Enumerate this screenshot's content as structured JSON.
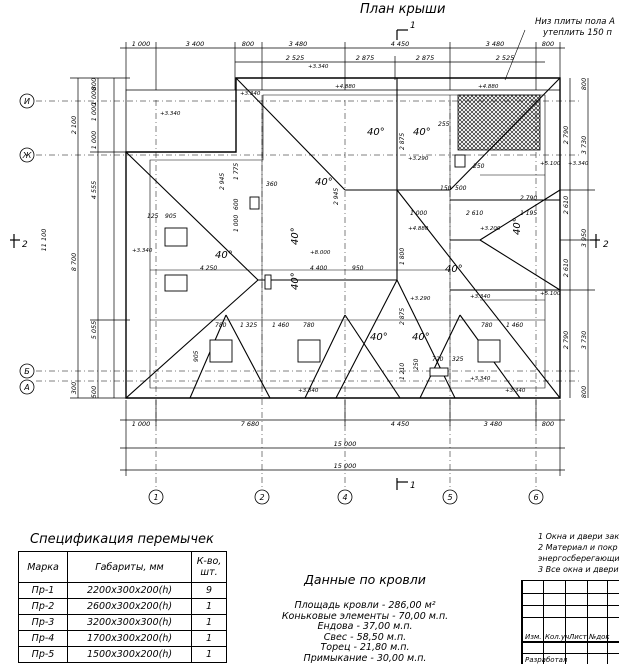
{
  "title": "План крыши",
  "note_top": [
    "Низ плиты пола А",
    "утеплить 150 п"
  ],
  "axes_letters": [
    "И",
    "Ж",
    "Б",
    "А"
  ],
  "axes_numbers": [
    "1",
    "2",
    "4",
    "5",
    "6"
  ],
  "section_marks": {
    "top": "1",
    "bottom": "1",
    "left": "2",
    "right": "2"
  },
  "top_dims": [
    "1 000",
    "3 400",
    "800",
    "3 480",
    "4 450",
    "3 480",
    "800"
  ],
  "top_dims_2": [
    "2 525",
    "2 875",
    "2 875",
    "2 525"
  ],
  "bottom_dims": [
    "1 000",
    "7 680",
    "4 450",
    "3 480",
    "800"
  ],
  "total_dims": [
    "15 000",
    "15 000"
  ],
  "left_dims": [
    "800",
    "1 000",
    "2 100",
    "1 000",
    "4 555",
    "5 055",
    "11 100",
    "8 700",
    "500",
    "300",
    "1 000"
  ],
  "right_dims": [
    "800",
    "2 790",
    "3 730",
    "2 610",
    "3 950",
    "2 610",
    "2 790",
    "3 730",
    "800"
  ],
  "slopes": [
    "40°",
    "40°",
    "40°",
    "40°",
    "40°",
    "40°",
    "40°",
    "40°",
    "40°",
    "40°"
  ],
  "levels": [
    "+3.340",
    "+3.340",
    "+4.880",
    "+4.880",
    "+3.340",
    "+5.100",
    "+3.290",
    "+3.200",
    "+3.340",
    "+8.000",
    "+4.880",
    "+5.100",
    "+3.340",
    "+3.340",
    "+3.340",
    "+3.340",
    "+3.340",
    "+3.290"
  ],
  "inner_dims": [
    "905",
    "125",
    "250",
    "1 775",
    "360",
    "125",
    "1 000",
    "2 945",
    "600",
    "4 250",
    "4 400",
    "950",
    "1 000",
    "2 875",
    "1 800",
    "2 610",
    "1 195",
    "2 790",
    "780",
    "1 325",
    "1 460",
    "780",
    "780",
    "1 460",
    "905",
    "720",
    "325",
    "2 875",
    "720",
    "250",
    "150",
    "500",
    "1 210",
    "2 945",
    "780",
    "255"
  ],
  "spec": {
    "title": "Спецификация перемычек",
    "headers": [
      "Марка",
      "Габариты, мм",
      "К-во, шт."
    ],
    "rows": [
      [
        "Пр-1",
        "2200x300x200(h)",
        "9"
      ],
      [
        "Пр-2",
        "2600x300x200(h)",
        "1"
      ],
      [
        "Пр-3",
        "3200x300x300(h)",
        "1"
      ],
      [
        "Пр-4",
        "1700x300x200(h)",
        "1"
      ],
      [
        "Пр-5",
        "1500x300x200(h)",
        "1"
      ]
    ]
  },
  "roof_data": {
    "title": "Данные по кровли",
    "rows": [
      "Площадь кровли - 286,00 м²",
      "Коньковые элементы - 70,00 м.п.",
      "Ендова - 37,00 м.п.",
      "Свес - 58,50 м.п.",
      "Торец - 21,80 м.п.",
      "Примыкание - 30,00 м.п."
    ]
  },
  "notes": [
    "1 Окна и двери зак",
    "2 Материал и покр",
    "энергосберегающих",
    "3 Все окна и двери"
  ],
  "stamp": {
    "cols": [
      "Изм.",
      "Кол.уч",
      "Лист",
      "№док"
    ],
    "row2": "Разработал"
  }
}
